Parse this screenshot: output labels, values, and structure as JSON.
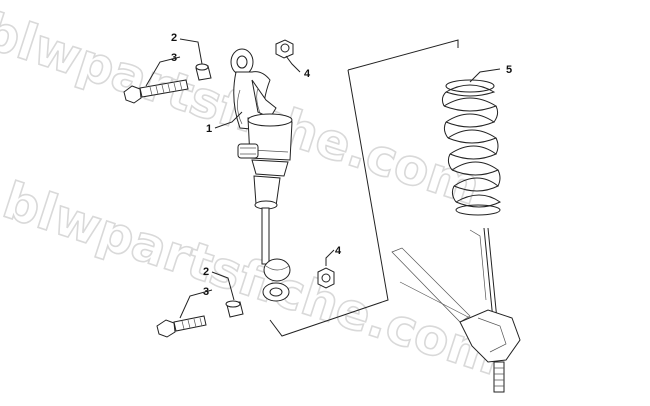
{
  "watermark": {
    "text_top": "blwpartsfiche.com",
    "text_bottom": "blwpartsfiche.com",
    "color": "#d9d9d9"
  },
  "callouts": {
    "c1": "1",
    "c2_top": "2",
    "c3_top": "3",
    "c4_top": "4",
    "c5": "5",
    "c2_bottom": "2",
    "c3_bottom": "3",
    "c4_bottom": "4"
  },
  "colors": {
    "line": "#222222",
    "background": "#ffffff"
  }
}
